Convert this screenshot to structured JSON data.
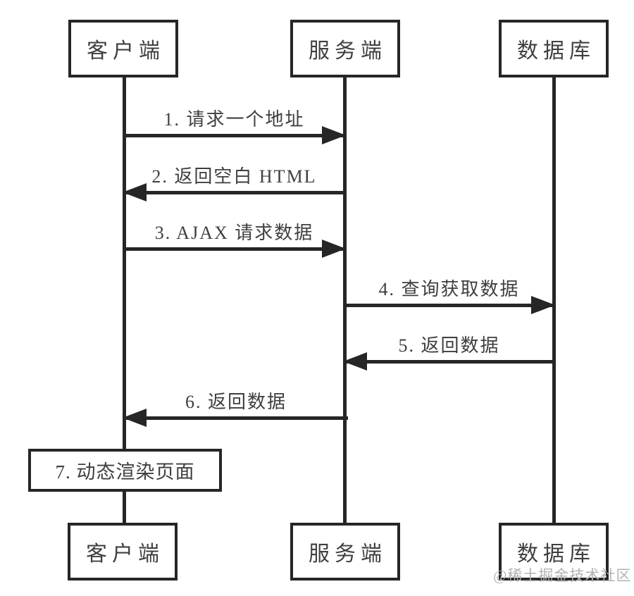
{
  "diagram": {
    "type": "sequence-diagram",
    "description": "client-server-database AJAX data flow"
  },
  "actors": {
    "client": "客户端",
    "server": "服务端",
    "database": "数据库"
  },
  "messages": [
    {
      "label": "1. 请求一个地址",
      "from": "client",
      "to": "server",
      "direction": "right"
    },
    {
      "label": "2. 返回空白 HTML",
      "from": "server",
      "to": "client",
      "direction": "left"
    },
    {
      "label": "3. AJAX 请求数据",
      "from": "client",
      "to": "server",
      "direction": "right"
    },
    {
      "label": "4. 查询获取数据",
      "from": "server",
      "to": "database",
      "direction": "right"
    },
    {
      "label": "5. 返回数据",
      "from": "database",
      "to": "server",
      "direction": "left"
    },
    {
      "label": "6. 返回数据",
      "from": "server",
      "to": "client",
      "direction": "left"
    }
  ],
  "self_action": {
    "label": "7. 动态渲染页面",
    "actor": "client"
  },
  "watermark": "@稀土掘金技术社区",
  "colors": {
    "background": "#ffffff",
    "line": "#262626",
    "text": "#3f3f3f",
    "watermark": "#b3b3b3"
  }
}
